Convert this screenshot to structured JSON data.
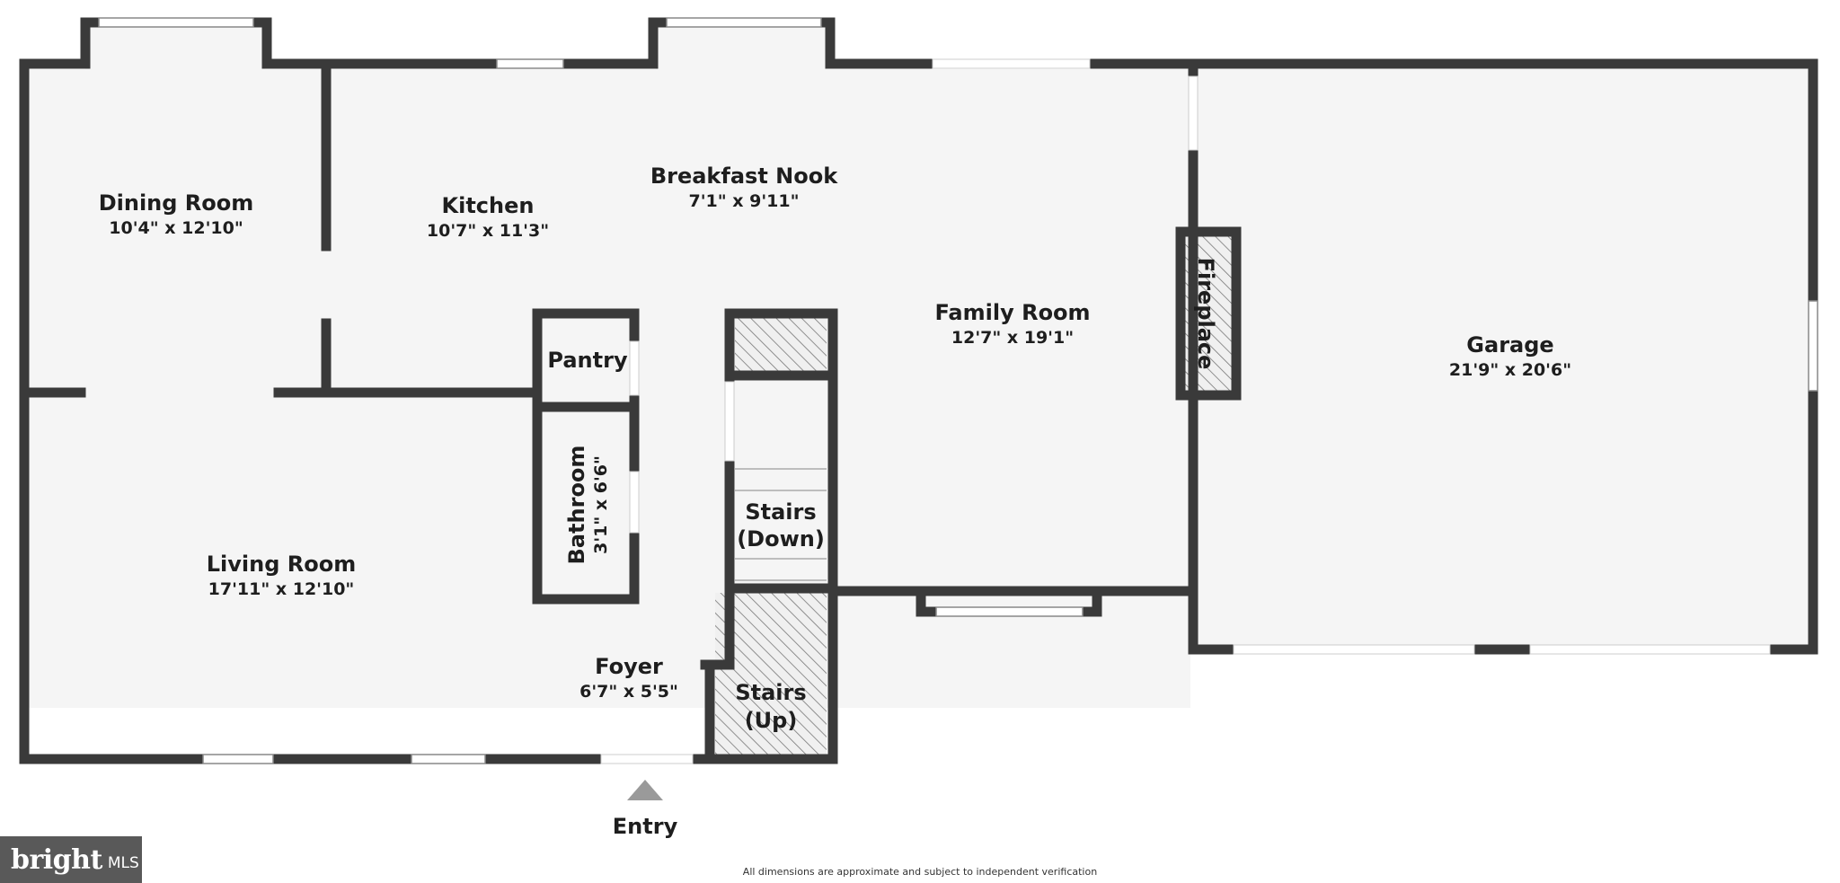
{
  "rooms": {
    "dining": {
      "name": "Dining Room",
      "dims": "10'4\" x 12'10\""
    },
    "kitchen": {
      "name": "Kitchen",
      "dims": "10'7\" x 11'3\""
    },
    "breakfast": {
      "name": "Breakfast Nook",
      "dims": "7'1\" x 9'11\""
    },
    "family": {
      "name": "Family Room",
      "dims": "12'7\" x 19'1\""
    },
    "garage": {
      "name": "Garage",
      "dims": "21'9\" x 20'6\""
    },
    "pantry": {
      "name": "Pantry"
    },
    "bathroom": {
      "name": "Bathroom",
      "dims": "3'1\" x 6'6\""
    },
    "living": {
      "name": "Living Room",
      "dims": "17'11\" x 12'10\""
    },
    "foyer": {
      "name": "Foyer",
      "dims": "6'7\" x 5'5\""
    },
    "fireplace": {
      "name": "Fireplace"
    },
    "stairs_down": {
      "line1": "Stairs",
      "line2": "(Down)"
    },
    "stairs_up": {
      "line1": "Stairs",
      "line2": "(Up)"
    }
  },
  "entry_label": "Entry",
  "footnote": "All dimensions are approximate and subject to independent verification",
  "logo": {
    "word": "bright",
    "suffix": "MLS"
  },
  "colors": {
    "wall": "#3a3a3a",
    "floor": "#f5f5f5",
    "window": "#ffffff",
    "background": "#ffffff",
    "logo_bg": "#595959"
  }
}
